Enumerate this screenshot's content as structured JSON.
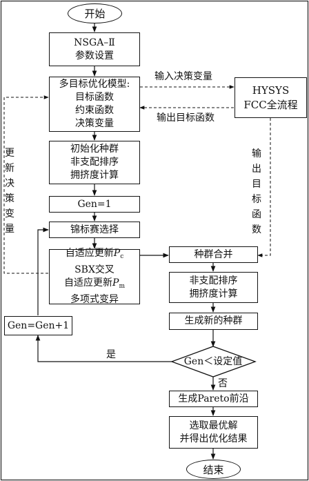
{
  "start": "开始",
  "end": "结束",
  "nsga": {
    "line1": "NSGA–Ⅱ",
    "line2": "参数设置"
  },
  "model": {
    "line1": "多目标优化模型:",
    "line2": "目标函数",
    "line3": "约束函数",
    "line4": "决策变量"
  },
  "hysys": {
    "line1": "HYSYS",
    "line2": "FCC全流程"
  },
  "input_label": "输入决策变量",
  "output_label": "输出目标函数",
  "right_vertical_label": "输出目标函数",
  "left_vertical_label": "更新决策变量",
  "init": {
    "line1": "初始化种群",
    "line2": "非支配排序",
    "line3": "拥挤度计算"
  },
  "gen1": "Gen=1",
  "tournament": "锦标赛选择",
  "adaptive": {
    "line1_prefix": "自适应更新",
    "line1_var": "P",
    "line1_sub": "c",
    "line2": "SBX交叉",
    "line3_prefix": "自适应更新",
    "line3_var": "P",
    "line3_sub": "m",
    "line4": "多项式变异"
  },
  "merge": "种群合并",
  "sort2": {
    "line1": "非支配排序",
    "line2": "拥挤度计算"
  },
  "newpop": "生成新的种群",
  "gen_inc": "Gen=Gen+1",
  "decision": "Gen＜设定值",
  "yes": "是",
  "no": "否",
  "pareto": "生成Pareto前沿",
  "select": {
    "line1": "选取最优解",
    "line2": "并得出优化结果"
  }
}
